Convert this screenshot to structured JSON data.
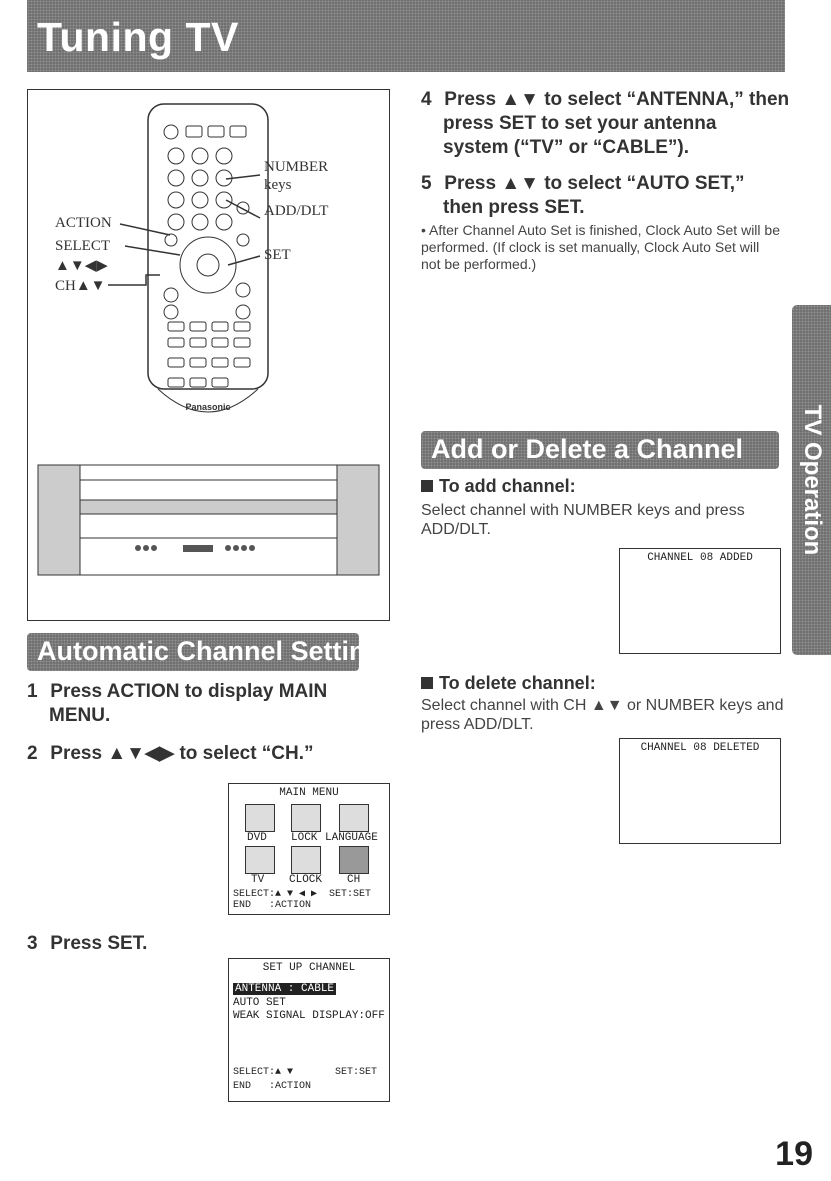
{
  "title": "Tuning TV",
  "side_tab": "TV Operation",
  "figure": {
    "labels_left": [
      "ACTION",
      "SELECT",
      "▲▼◀▶",
      "CH▲▼"
    ],
    "labels_right": [
      "NUMBER",
      "keys",
      "ADD/DLT",
      "SET"
    ],
    "brand": "Panasonic"
  },
  "auto_section": {
    "heading": "Automatic Channel Setting",
    "step1_num": "1",
    "step1_a": "Press ACTION to display MAIN",
    "step1_b": "MENU.",
    "step2_num": "2",
    "step2": "Press ▲▼◀▶ to select “CH.”",
    "step3_num": "3",
    "step3": "Press SET.",
    "main_menu": {
      "header": "MAIN MENU",
      "items_row1": [
        "DVD",
        "LOCK",
        "LANGUAGE"
      ],
      "items_row2": [
        "TV",
        "CLOCK",
        "CH"
      ],
      "footer1": "SELECT:▲ ▼ ◀ ▶  SET:SET",
      "footer2": "END   :ACTION"
    },
    "setup_menu": {
      "header": "SET UP CHANNEL",
      "highlight": "ANTENNA : CABLE",
      "line1": "AUTO SET",
      "line2": "WEAK SIGNAL DISPLAY:OFF",
      "footer1": "SELECT:▲ ▼       SET:SET",
      "footer2": "END   :ACTION"
    }
  },
  "right_steps": {
    "step4_num": "4",
    "step4_a": "Press ▲▼ to select “ANTENNA,” then",
    "step4_b": "press SET to set your antenna",
    "step4_c": "system (“TV” or “CABLE”).",
    "step5_num": "5",
    "step5_a": "Press ▲▼ to select “AUTO SET,”",
    "step5_b": "then press SET.",
    "note": "• After Channel Auto Set is finished, Clock Auto Set will be performed. (If clock is set manually, Clock Auto Set will not be performed.)"
  },
  "add_delete": {
    "heading": "Add or Delete a Channel",
    "add_title": "To add channel:",
    "add_text": "Select channel with NUMBER keys and press ADD/DLT.",
    "add_screen": "CHANNEL 08 ADDED",
    "del_title": "To delete channel:",
    "del_text": "Select channel with CH ▲▼ or NUMBER keys and press ADD/DLT.",
    "del_screen": "CHANNEL 08 DELETED"
  },
  "page_number": "19"
}
